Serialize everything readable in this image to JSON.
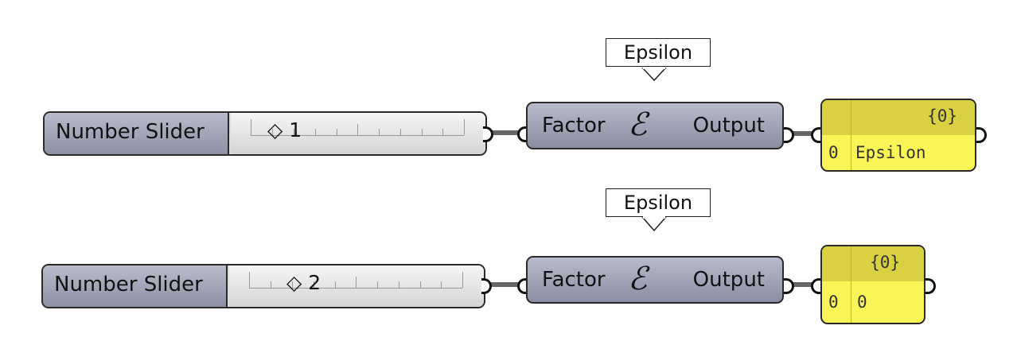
{
  "rows": [
    {
      "tooltip": "Epsilon",
      "slider": {
        "label": "Number Slider",
        "value": "1",
        "fraction": 0.1
      },
      "component": {
        "input": "Factor",
        "symbol": "ℰ",
        "output": "Output"
      },
      "panel": {
        "path": "{0}",
        "index": "0",
        "value": "Epsilon"
      }
    },
    {
      "tooltip": "Epsilon",
      "slider": {
        "label": "Number Slider",
        "value": "2",
        "fraction": 0.2
      },
      "component": {
        "input": "Factor",
        "symbol": "ℰ",
        "output": "Output"
      },
      "panel": {
        "path": "{0}",
        "index": "0",
        "value": "0"
      }
    }
  ],
  "colors": {
    "panel_fill": "#f9f556",
    "panel_header": "#dad142",
    "component_fill": "#a3a6b8",
    "wire": "#666666"
  }
}
